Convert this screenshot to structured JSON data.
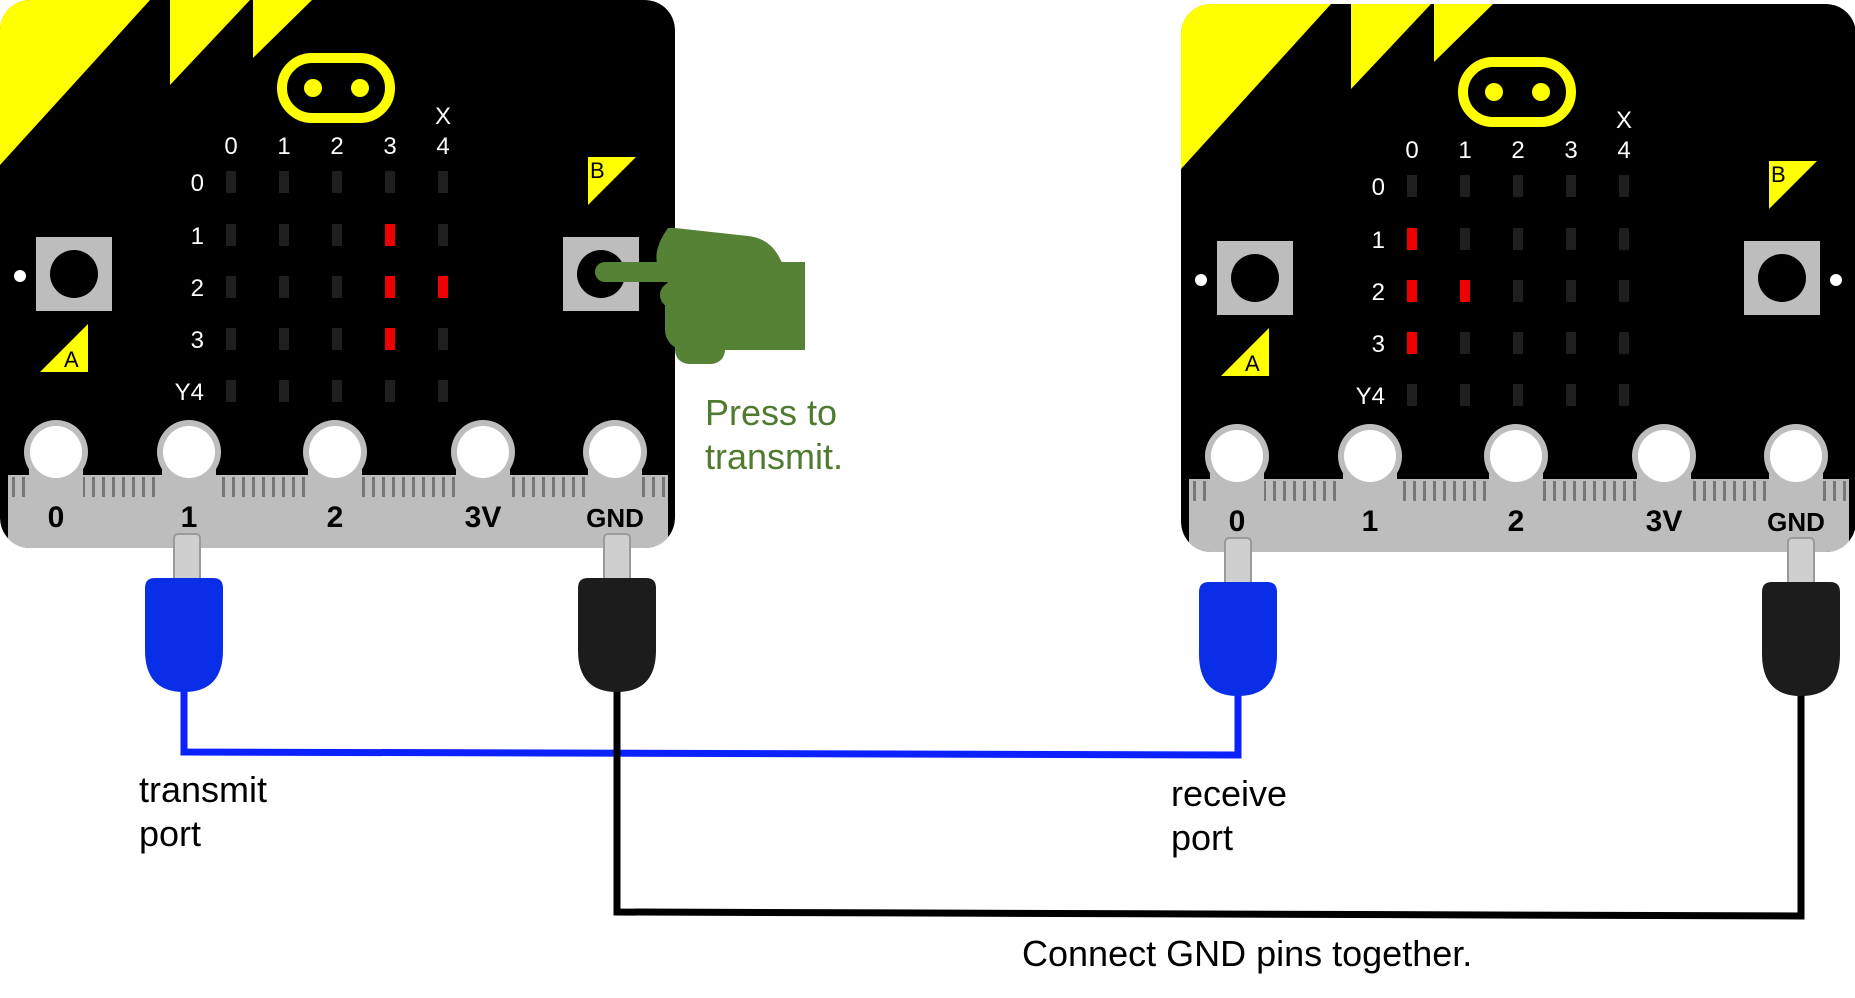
{
  "boards": [
    {
      "id": "transmitter",
      "grid": {
        "col_labels": [
          "0",
          "1",
          "2",
          "3",
          "4"
        ],
        "row_labels": [
          "0",
          "1",
          "2",
          "3",
          "Y4"
        ],
        "x_axis_label": "X"
      },
      "buttons": {
        "a_label": "A",
        "b_label": "B"
      },
      "pins": [
        "0",
        "1",
        "2",
        "3V",
        "GND"
      ],
      "lit_leds": [
        [
          3,
          1
        ],
        [
          3,
          2
        ],
        [
          4,
          2
        ],
        [
          3,
          3
        ]
      ]
    },
    {
      "id": "receiver",
      "grid": {
        "col_labels": [
          "0",
          "1",
          "2",
          "3",
          "4"
        ],
        "row_labels": [
          "0",
          "1",
          "2",
          "3",
          "Y4"
        ],
        "x_axis_label": "X"
      },
      "buttons": {
        "a_label": "A",
        "b_label": "B"
      },
      "pins": [
        "0",
        "1",
        "2",
        "3V",
        "GND"
      ],
      "lit_leds": [
        [
          0,
          1
        ],
        [
          0,
          2
        ],
        [
          1,
          2
        ],
        [
          0,
          3
        ]
      ]
    }
  ],
  "labels": {
    "press_line1": "Press to",
    "press_line2": "transmit.",
    "transmit_line1": "transmit",
    "transmit_line2": "port",
    "receive_line1": "receive",
    "receive_line2": "port",
    "gnd_note": "Connect GND pins together."
  },
  "colors": {
    "board": "#000000",
    "corner_yellow": "#ffff00",
    "led_on": "#ee0000",
    "led_off": "#1e1e1e",
    "pin_silver": "#bdbdbd",
    "clip_blue": "#0a2ee8",
    "clip_black": "#1c1c1c",
    "wire_blue": "#0b22ff",
    "wire_black": "#000000",
    "hand_green": "#568236",
    "press_text": "#4f7a30"
  },
  "icons": {
    "hand": "pointing-hand-icon",
    "logo": "microbit-logo-icon"
  }
}
